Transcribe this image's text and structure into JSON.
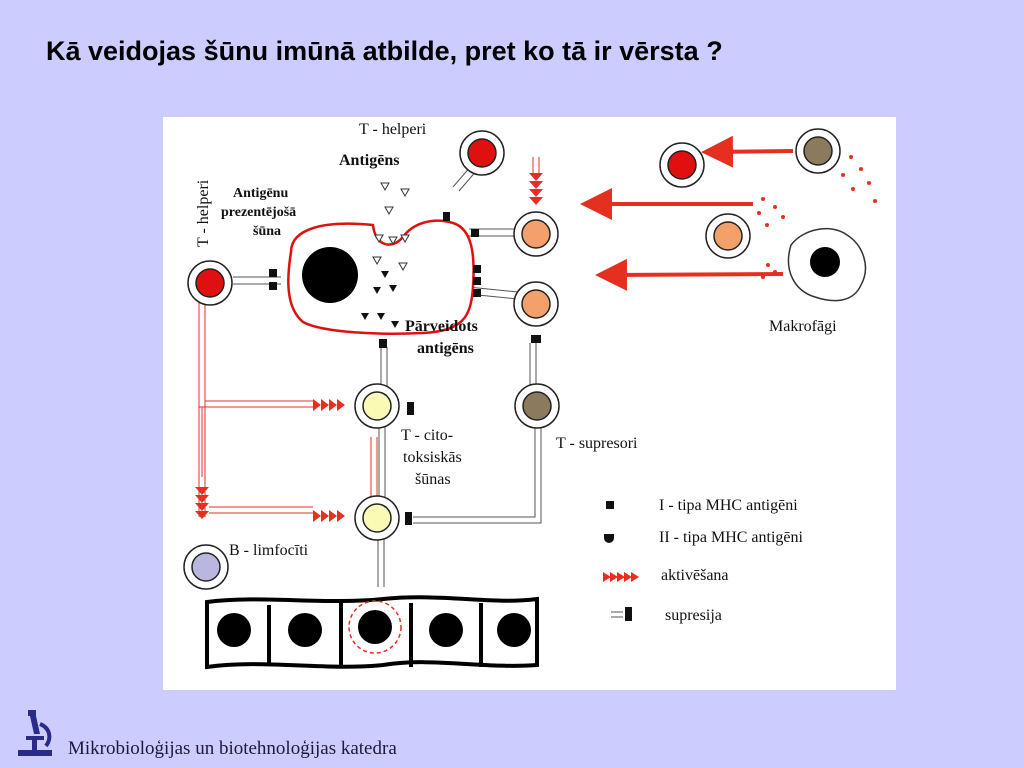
{
  "slide": {
    "title": "Kā veidojas šūnu imūnā atbilde, pret ko tā ir vērsta ?",
    "footer": "Mikrobioloģijas un biotehnoloģijas katedra"
  },
  "diagram": {
    "labels": {
      "t_helper_top": "T - helperi",
      "antigen": "Antigēns",
      "apc_line1": "Antigēnu",
      "apc_line2": "prezentējošā",
      "apc_line3": "šūna",
      "t_helper_left": "T - helperi",
      "processed_line1": "Pārveidots",
      "processed_line2": "antigēns",
      "macrophages": "Makrofāgi",
      "cyto_line1": "T - cito-",
      "cyto_line2": "toksiskās",
      "cyto_line3": "šūnas",
      "suppressors": "T - supresori",
      "b_lymph": "B - limfocīti"
    },
    "legend": {
      "mhc1": "I - tipa MHC antigēni",
      "mhc2": "II - tipa MHC antigēni",
      "activation": "aktivēšana",
      "suppression": "supresija"
    },
    "colors": {
      "helper": "#e01010",
      "orange": "#f4a06a",
      "yellow": "#fafab4",
      "brown": "#8c7a5e",
      "b_cell": "#b9b6e0",
      "arrow": "#e53020"
    }
  }
}
